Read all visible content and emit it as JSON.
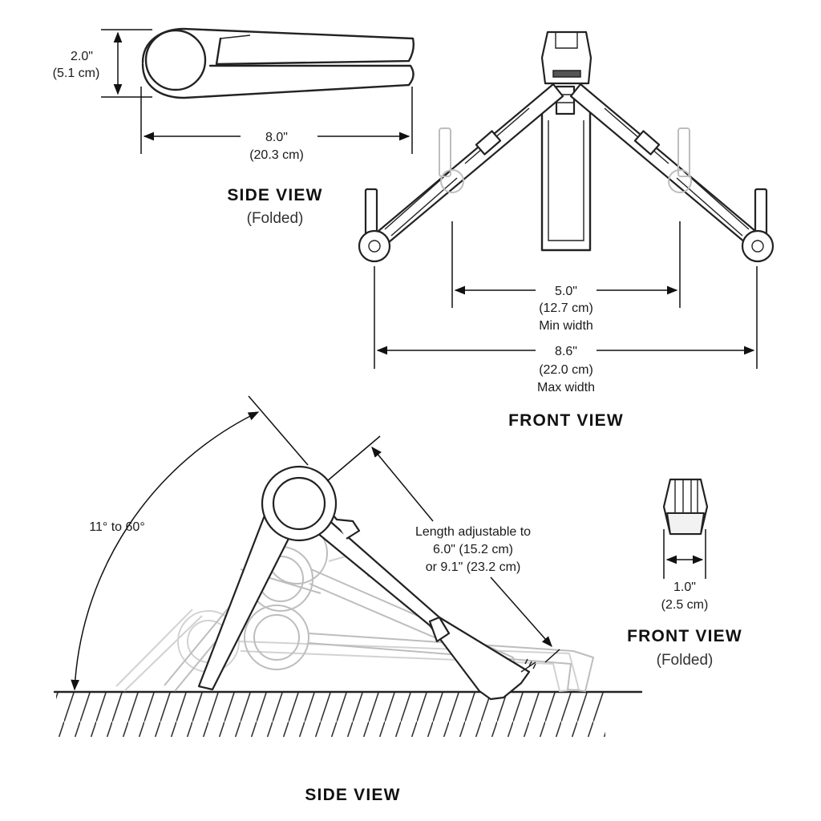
{
  "side_folded": {
    "title": "SIDE VIEW",
    "subtitle": "(Folded)",
    "height_in": "2.0\"",
    "height_cm": "(5.1 cm)",
    "length_in": "8.0\"",
    "length_cm": "(20.3 cm)"
  },
  "front_view": {
    "title": "FRONT VIEW",
    "min_in": "5.0\"",
    "min_cm": "(12.7 cm)",
    "min_label": "Min width",
    "max_in": "8.6\"",
    "max_cm": "(22.0 cm)",
    "max_label": "Max width"
  },
  "side_view": {
    "title": "SIDE VIEW",
    "angle": "11° to 60°",
    "length_line1": "Length adjustable to",
    "length_line2": "6.0\" (15.2 cm)",
    "length_line3": "or 9.1\" (23.2 cm)"
  },
  "front_folded": {
    "title": "FRONT VIEW",
    "subtitle": "(Folded)",
    "width_in": "1.0\"",
    "width_cm": "(2.5 cm)"
  }
}
